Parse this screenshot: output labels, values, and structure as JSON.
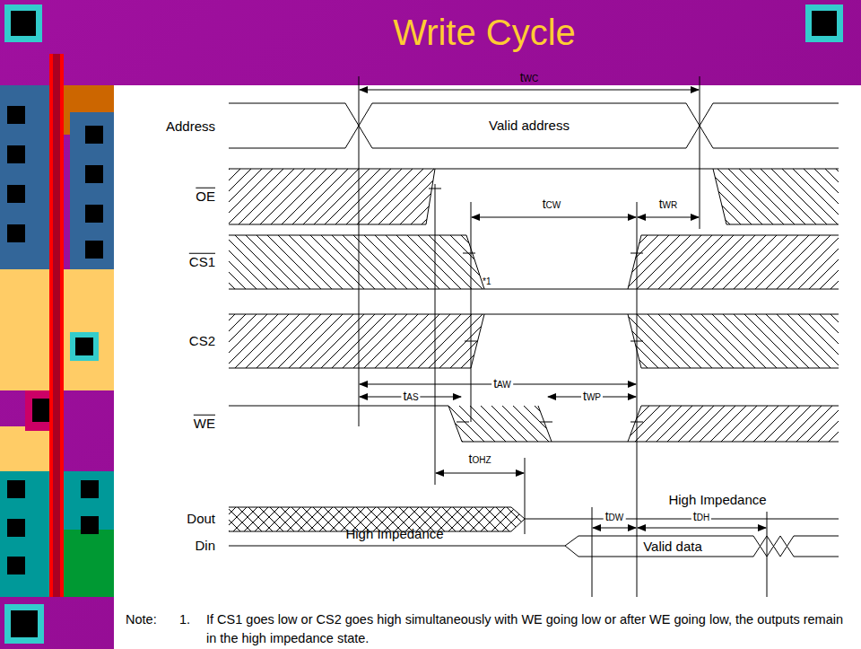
{
  "diagram": {
    "title": "Write Cycle",
    "labels": [
      "Address",
      "Valid address",
      "tWC",
      "OE",
      "tCW",
      "tWR",
      "CS1",
      "*1",
      "CS2",
      "tAW",
      "WE",
      "tAS",
      "tWP",
      "tOHZ",
      "Dout",
      "High Impedance",
      "tDW",
      "tDH",
      "Din",
      "High Impedance",
      "Valid data",
      "Note:",
      "1.",
      "If CS1 goes low or CS2 goes high simultaneously with WE going low or after WE going low, the outputs remain in the high impedance state."
    ]
  }
}
